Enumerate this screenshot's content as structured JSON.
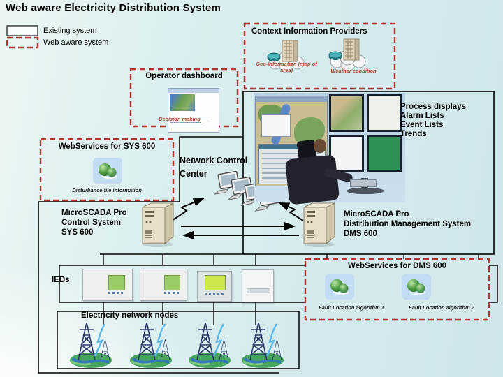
{
  "slide": {
    "title": "Web aware Electricity Distribution System"
  },
  "legend": {
    "existing_label": "Existing system",
    "web_aware_label": "Web aware system"
  },
  "context_providers": {
    "title": "Context Information Providers",
    "items": [
      {
        "label": "Geo-information (map of area)",
        "icon": "building-cloud"
      },
      {
        "label": "Weather condition",
        "icon": "building-cloud"
      }
    ]
  },
  "operator_dashboard": {
    "title": "Operator dashboard",
    "note": "Decision making"
  },
  "network_control_center": {
    "label": "Network Control\nCenter",
    "displays": [
      "Process displays",
      "Alarm Lists",
      "Event Lists",
      "Trends"
    ]
  },
  "ws_sys600": {
    "title": "WebServices for SYS 600",
    "note": "Disturbance file information",
    "icon": "web-service-globes"
  },
  "scada_sys600": {
    "lines": [
      "MicroSCADA Pro",
      "Control System",
      "SYS 600"
    ],
    "icon": "tower-pc"
  },
  "scada_dms600": {
    "lines": [
      "MicroSCADA Pro",
      "Distribution Management System",
      "DMS 600"
    ],
    "icon": "tower-pc"
  },
  "ws_dms600": {
    "title": "WebServices for DMS 600",
    "items": [
      {
        "label": "Fault Location algorithm 1",
        "icon": "web-service-globes"
      },
      {
        "label": "Fault Location algorithm 2",
        "icon": "web-service-globes"
      }
    ]
  },
  "ieds": {
    "label": "IEDs"
  },
  "network_nodes": {
    "label": "Electricity network nodes",
    "icon": "transmission-tower-globe"
  },
  "colors": {
    "accent_red_dashed": "#b8322e",
    "note_red": "#a8472a",
    "line_black": "#000000",
    "slide_bg": "#d9edee"
  }
}
